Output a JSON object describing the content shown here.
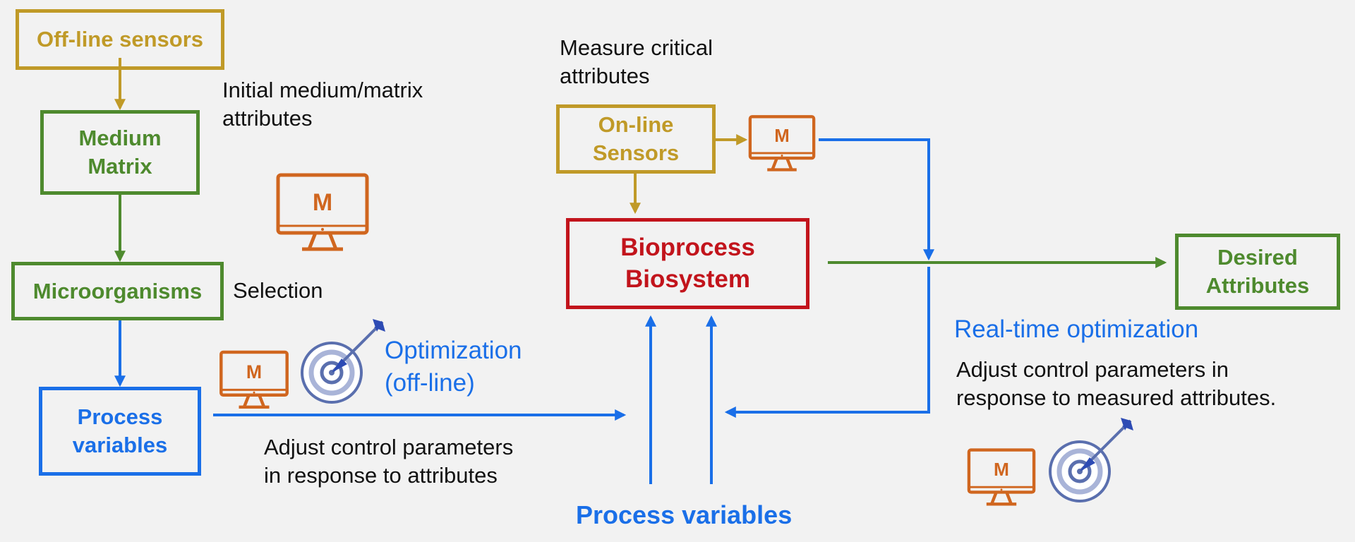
{
  "colors": {
    "gold": "#c09a28",
    "green": "#4e8a2e",
    "blue": "#1a6fe8",
    "red": "#c2141c",
    "orange": "#d0661f",
    "target": "#5a6fae",
    "target_light": "#a9b4d8"
  },
  "boxes": {
    "offline_sensors": "Off-line sensors",
    "medium_matrix_l1": "Medium",
    "medium_matrix_l2": "Matrix",
    "microorganisms": "Microorganisms",
    "process_variables_l1": "Process",
    "process_variables_l2": "variables",
    "online_sensors_l1": "On-line",
    "online_sensors_l2": "Sensors",
    "bioprocess_l1": "Bioprocess",
    "bioprocess_l2": "Biosystem",
    "desired_l1": "Desired",
    "desired_l2": "Attributes"
  },
  "labels": {
    "initial_l1": "Initial medium/matrix",
    "initial_l2": "attributes",
    "selection": "Selection",
    "measure_l1": "Measure critical",
    "measure_l2": "attributes",
    "optimization_l1": "Optimization",
    "optimization_l2": "(off-line)",
    "adjust_l1": "Adjust control parameters",
    "adjust_l2": "in response to attributes",
    "realtime": "Real-time optimization",
    "adjust_rt_l1": "Adjust control parameters in",
    "adjust_rt_l2": "response to measured attributes.",
    "process_variables_bottom": "Process variables"
  },
  "icons": {
    "monitor_letter": "M",
    "monitor": "monitor-icon",
    "target": "target-dart-icon"
  }
}
